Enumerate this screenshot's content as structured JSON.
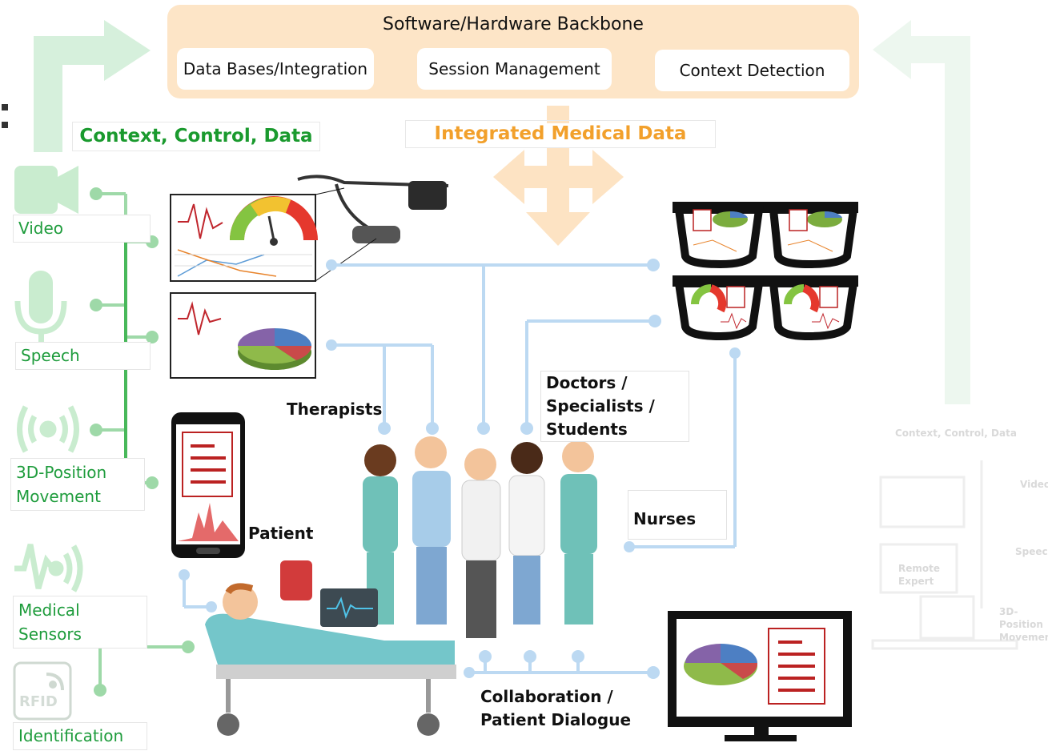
{
  "backbone": {
    "title": "Software/Hardware Backbone",
    "databases": "Data Bases/Integration",
    "session": "Session Management",
    "context": "Context Detection"
  },
  "headings": {
    "context_control_data": "Context, Control, Data",
    "integrated_medical_data": "Integrated Medical Data"
  },
  "inputs": {
    "video": "Video",
    "speech": "Speech",
    "position_line1": "3D-Position",
    "position_line2": "Movement",
    "sensors_line1": "Medical",
    "sensors_line2": "Sensors",
    "identification": "Identification",
    "rfid": "RFID"
  },
  "roles": {
    "therapists": "Therapists",
    "doctors_line1": "Doctors /",
    "doctors_line2": "Specialists /",
    "doctors_line3": "Students",
    "patient": "Patient",
    "nurses": "Nurses",
    "collab_line1": "Collaboration /",
    "collab_line2": "Patient Dialogue"
  },
  "ghost": {
    "context": "Context, Control, Data",
    "video": "Video",
    "speech": "Speech",
    "remote1": "Remote",
    "remote2": "Expert",
    "pos1": "3D-Position",
    "pos2": "Movement"
  },
  "colors": {
    "backbone": "#fde5c7",
    "green": "#1e9c3c",
    "orange": "#f2a02b",
    "connector_blue": "#bcd9f2",
    "connector_green": "#7ccf8a"
  }
}
